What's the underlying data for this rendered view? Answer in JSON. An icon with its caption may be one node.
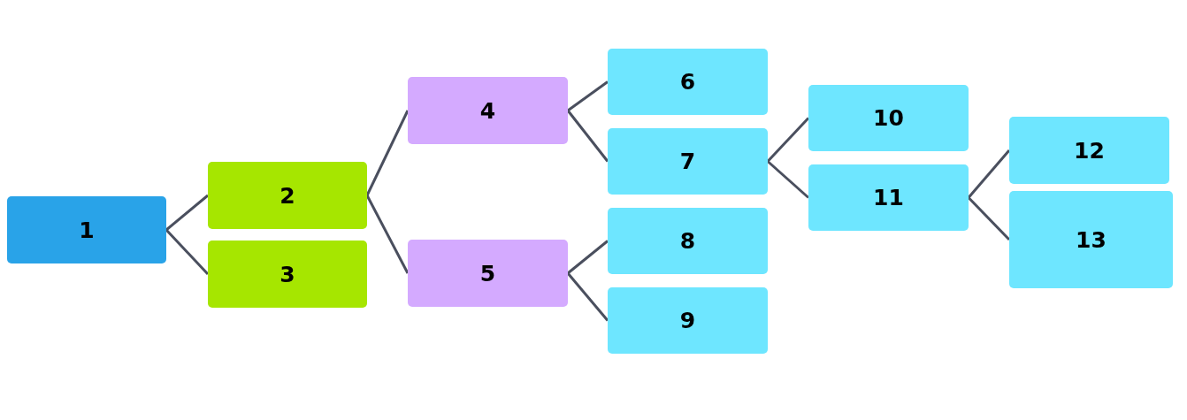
{
  "diagram": {
    "nodes": [
      {
        "text": [
          "1"
        ]
      },
      {
        "text": [
          "2"
        ]
      },
      {
        "text": [
          "3"
        ]
      },
      {
        "text": [
          "4"
        ]
      },
      {
        "text": [
          "5"
        ]
      },
      {
        "text": [
          "6"
        ]
      },
      {
        "text": [
          "7"
        ]
      },
      {
        "text": [
          "8"
        ]
      },
      {
        "text": [
          "9"
        ]
      },
      {
        "text": [
          "10"
        ]
      },
      {
        "text": [
          "11"
        ]
      },
      {
        "text": [
          "12"
        ]
      },
      {
        "text": [
          "13"
        ]
      }
    ],
    "edges": [
      {
        "from": 0,
        "to": 1,
        "arrow": "none"
      },
      {
        "from": 0,
        "to": 2,
        "arrow": "none"
      },
      {
        "from": 1,
        "to": 3,
        "arrow": "none"
      },
      {
        "from": 1,
        "to": 4,
        "arrow": "none"
      },
      {
        "from": 3,
        "to": 5,
        "arrow": "none"
      },
      {
        "from": 3,
        "to": 6,
        "arrow": "none"
      },
      {
        "from": 4,
        "to": 7,
        "arrow": "none"
      },
      {
        "from": 4,
        "to": 8,
        "arrow": "none"
      },
      {
        "from": 6,
        "to": 9,
        "arrow": "none"
      },
      {
        "from": 6,
        "to": 10,
        "arrow": "none"
      },
      {
        "from": 10,
        "to": 11,
        "arrow": "none"
      },
      {
        "from": 10,
        "to": 12,
        "arrow": "none"
      }
    ]
  }
}
